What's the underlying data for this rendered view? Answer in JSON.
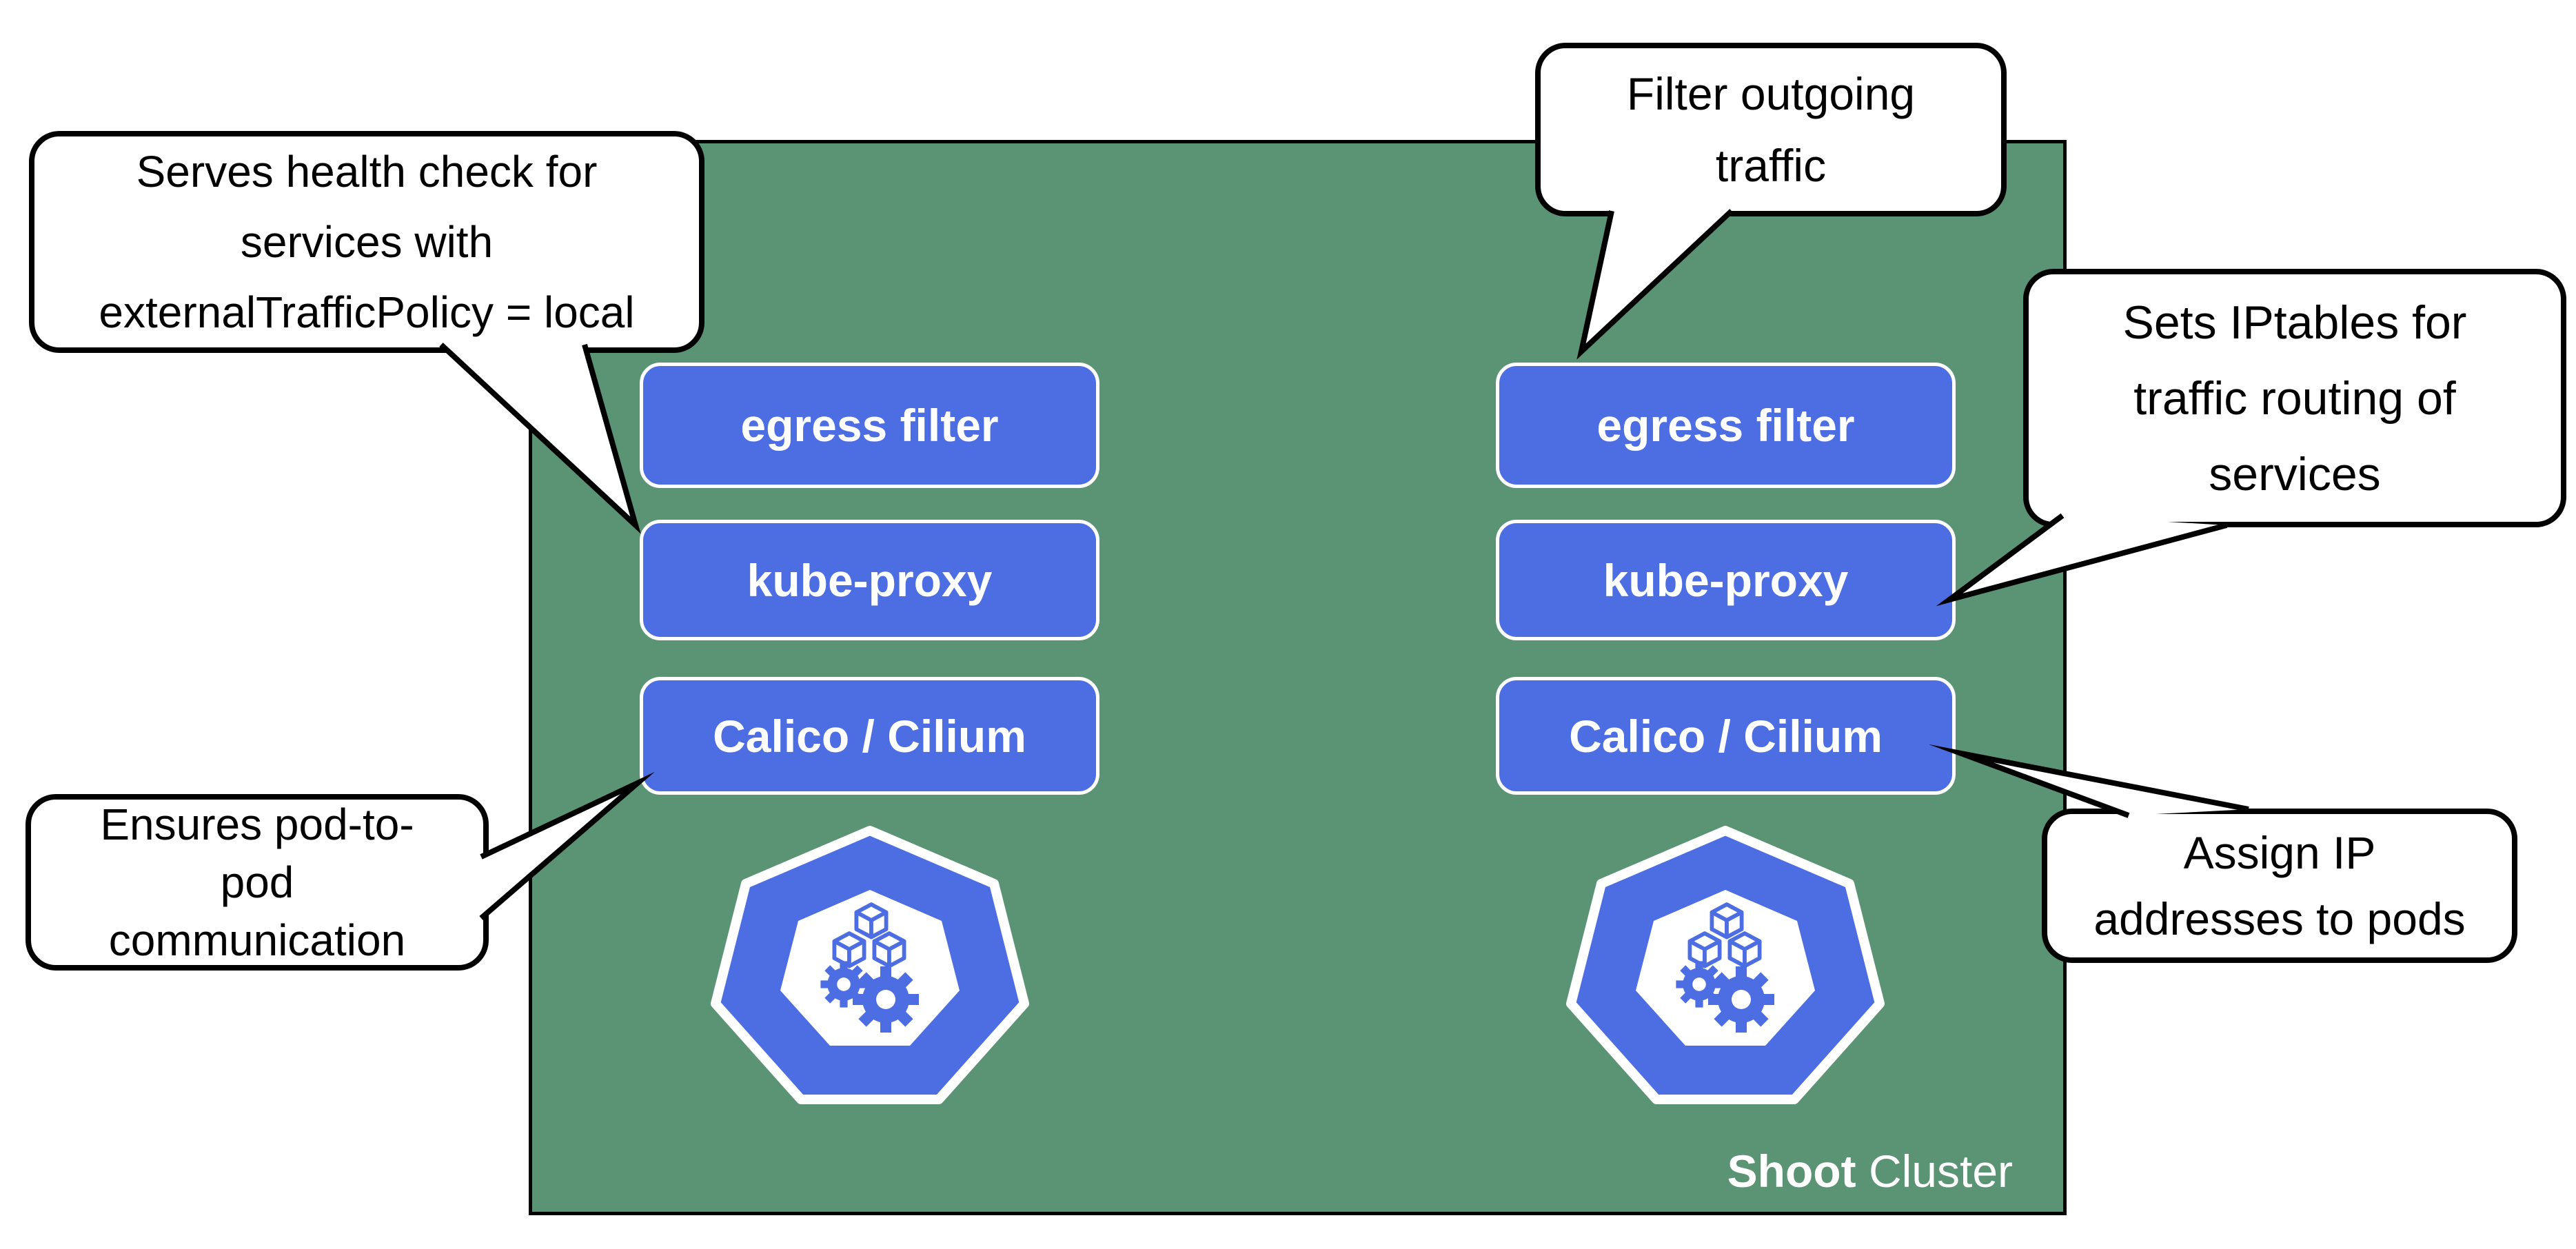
{
  "cluster": {
    "label_bold": "Shoot",
    "label_regular": " Cluster"
  },
  "node_columns": [
    {
      "components": [
        "egress filter",
        "kube-proxy",
        "Calico / Cilium"
      ]
    },
    {
      "components": [
        "egress filter",
        "kube-proxy",
        "Calico / Cilium"
      ]
    }
  ],
  "callouts": [
    {
      "lines": [
        "Serves health check for",
        "services with",
        "externalTrafficPolicy = local"
      ]
    },
    {
      "lines": [
        "Filter outgoing",
        "traffic"
      ]
    },
    {
      "lines": [
        "Sets IPtables for",
        "traffic routing of",
        "services"
      ]
    },
    {
      "lines": [
        "Ensures pod-to-",
        "pod",
        "communication"
      ]
    },
    {
      "lines": [
        "Assign IP",
        "addresses to pods"
      ]
    }
  ],
  "icons": {
    "node_icon": "kubernetes-heptagon-with-cubes-and-gears-icon"
  },
  "colors": {
    "cluster_green": "#5b9474",
    "component_blue": "#4d6ee3",
    "bubble_white": "#ffffff",
    "outline_black": "#000000",
    "text_white": "#ffffff"
  }
}
